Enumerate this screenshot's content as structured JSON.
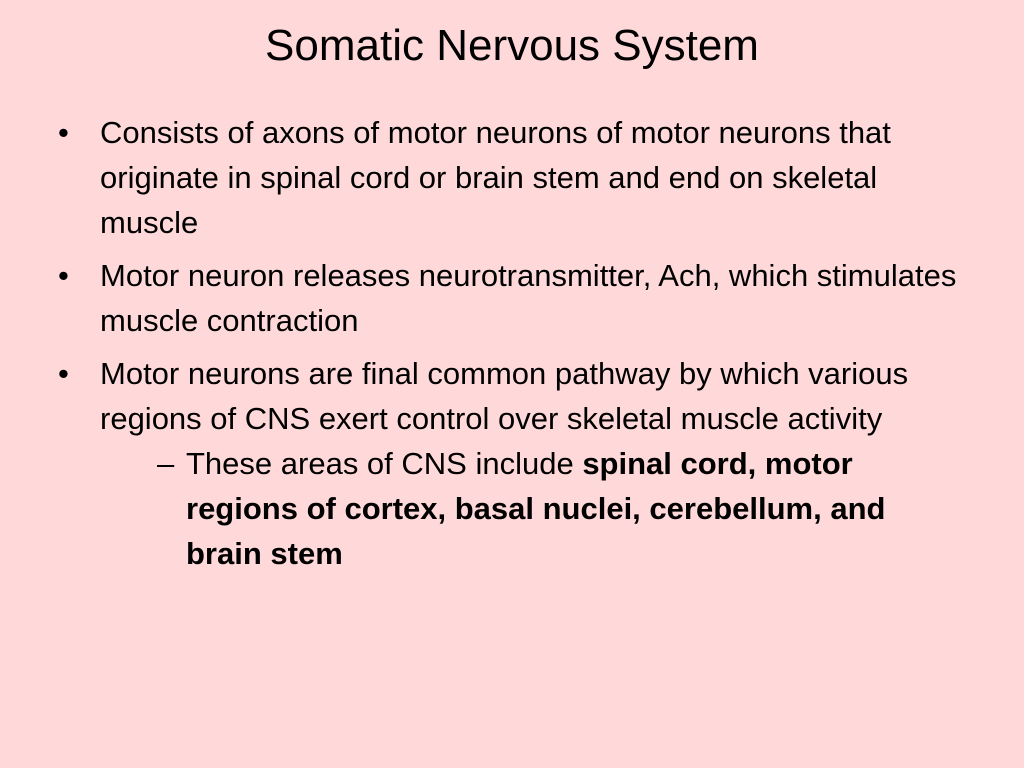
{
  "slide": {
    "title": "Somatic Nervous System",
    "bullet_marker": "•",
    "sub_marker": "–",
    "bullets": [
      "Consists of axons of motor neurons of motor neurons that originate in spinal cord or brain stem and end on skeletal muscle",
      "Motor neuron releases neurotransmitter, Ach, which stimulates muscle contraction",
      "Motor neurons are final common pathway by which various regions of CNS exert control over skeletal muscle activity"
    ],
    "sub_bullet": {
      "normal": "These areas of CNS include ",
      "bold": "spinal cord, motor regions of cortex, basal nuclei, cerebellum, and brain stem"
    }
  },
  "colors": {
    "background": "#ffd9d9",
    "text": "#000000"
  }
}
